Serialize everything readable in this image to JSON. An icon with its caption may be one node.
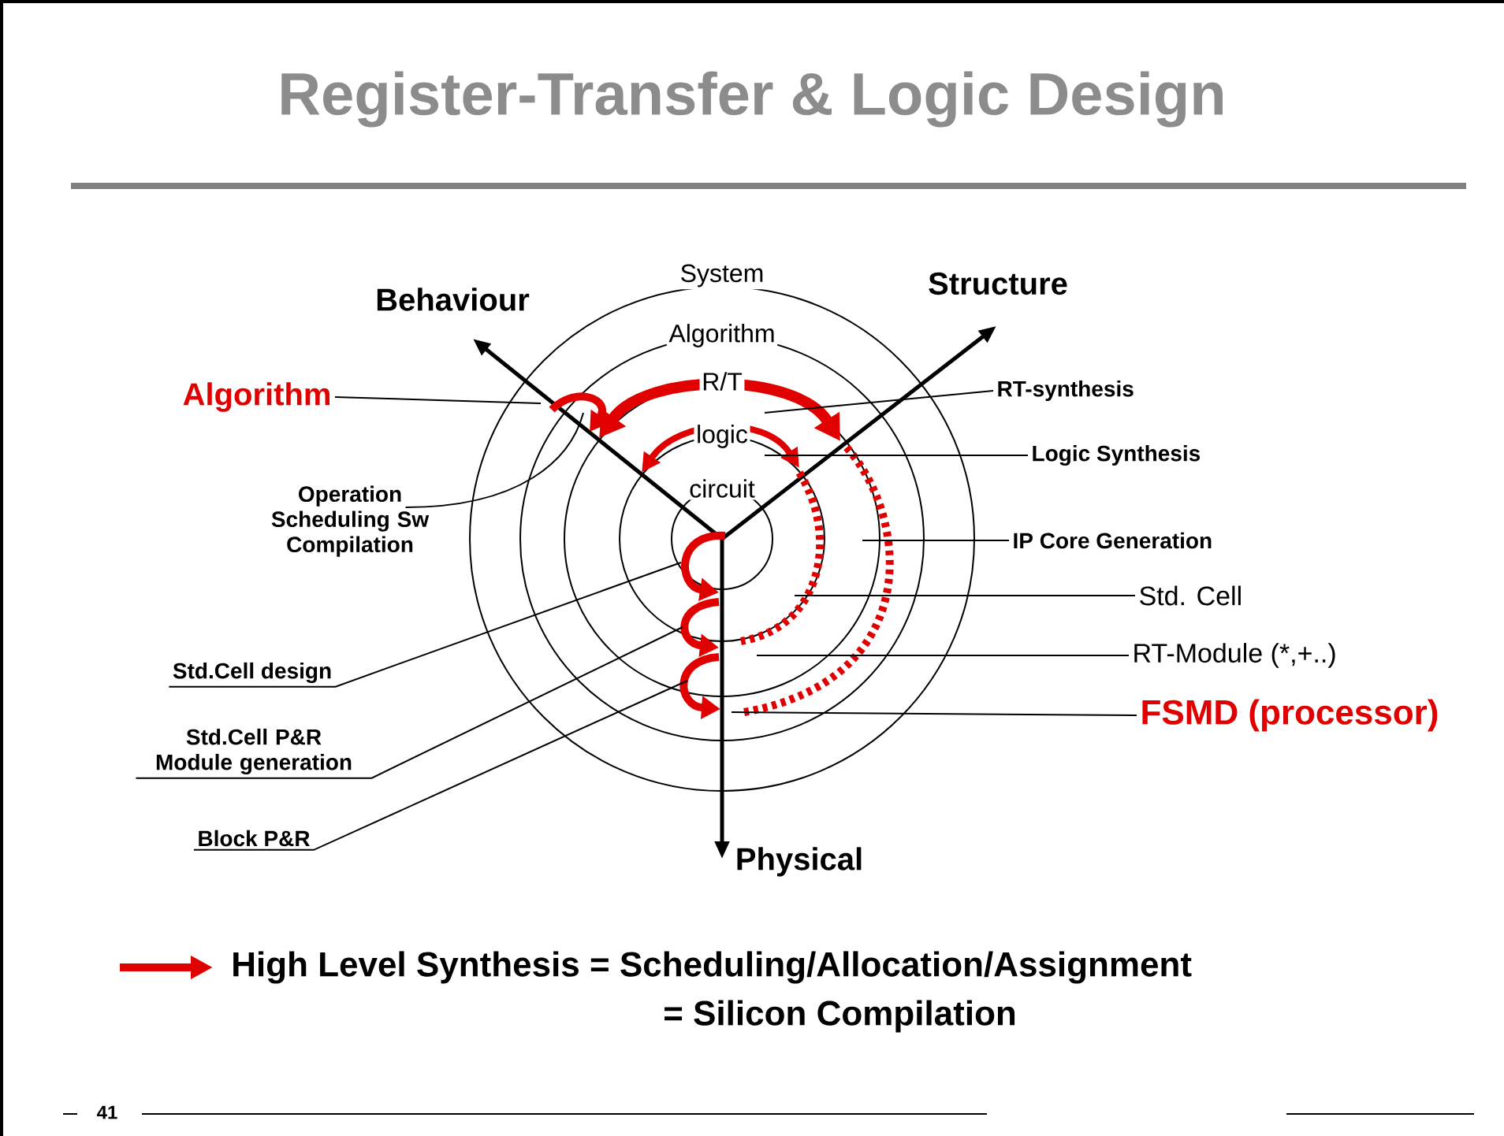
{
  "diagram": {
    "title": "Register-Transfer & Logic Design",
    "nodes": [
      {
        "text": [
          "Algorithm"
        ]
      },
      {
        "text": [
          "Operation Scheduling Sw Compilation"
        ]
      },
      {
        "text": [
          "Std.Cell design"
        ]
      },
      {
        "text": [
          "Std.Cell P&R Module generation"
        ]
      },
      {
        "text": [
          "Block P&R"
        ]
      },
      {
        "text": [
          "RT-synthesis"
        ]
      },
      {
        "text": [
          "Logic Synthesis"
        ]
      },
      {
        "text": [
          "IP Core Generation"
        ]
      },
      {
        "text": [
          "Std. Cell"
        ]
      },
      {
        "text": [
          "RT-Module (*,+..)"
        ]
      },
      {
        "text": [
          "FSMD (processor)"
        ]
      }
    ],
    "edges": [
      {
        "from": 0,
        "to": null,
        "arrow": "none"
      },
      {
        "from": 1,
        "to": null,
        "arrow": "none"
      },
      {
        "from": 2,
        "to": null,
        "arrow": "none"
      },
      {
        "from": 3,
        "to": null,
        "arrow": "none"
      },
      {
        "from": 4,
        "to": null,
        "arrow": "none"
      },
      {
        "from": 5,
        "to": null,
        "arrow": "none"
      },
      {
        "from": 6,
        "to": null,
        "arrow": "none"
      },
      {
        "from": 7,
        "to": null,
        "arrow": "none"
      },
      {
        "from": 8,
        "to": null,
        "arrow": "none"
      },
      {
        "from": 9,
        "to": null,
        "arrow": "none"
      },
      {
        "from": 10,
        "to": null,
        "arrow": "none"
      }
    ],
    "labels": [
      "Behaviour",
      "System",
      "Structure",
      "Algorithm",
      "R/T",
      "logic",
      "circuit",
      "Physical",
      "= Silicon Compilation",
      "41"
    ],
    "legend": [
      {
        "text": "High Level Synthesis = Scheduling/Allocation/Assignment"
      }
    ]
  }
}
